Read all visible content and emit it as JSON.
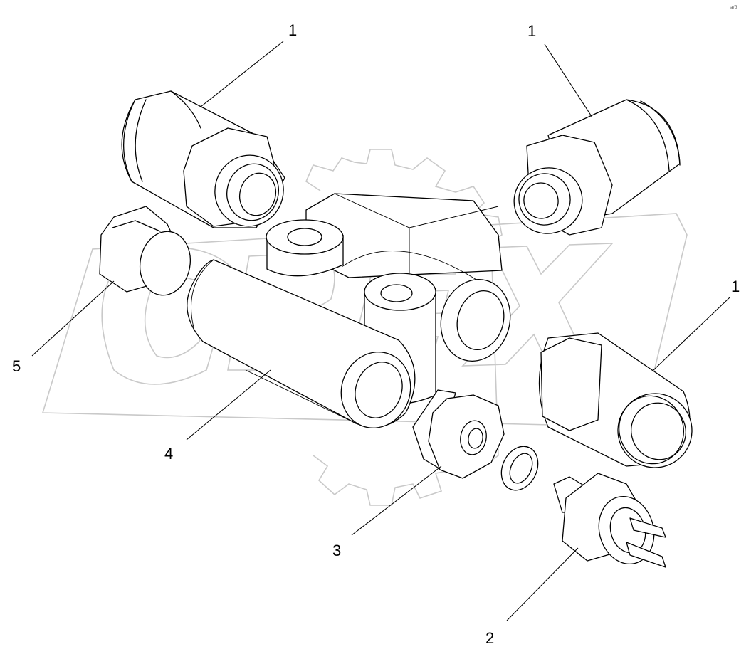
{
  "corner_mark": "а/б",
  "parts": [
    {
      "id": "fitting-top-left",
      "label": "1"
    },
    {
      "id": "fitting-top-right",
      "label": "1"
    },
    {
      "id": "fitting-right",
      "label": "1"
    },
    {
      "id": "pressure-switch",
      "label": "2"
    },
    {
      "id": "nut",
      "label": "3"
    },
    {
      "id": "tee-body",
      "label": "4"
    },
    {
      "id": "plug",
      "label": "5"
    }
  ]
}
